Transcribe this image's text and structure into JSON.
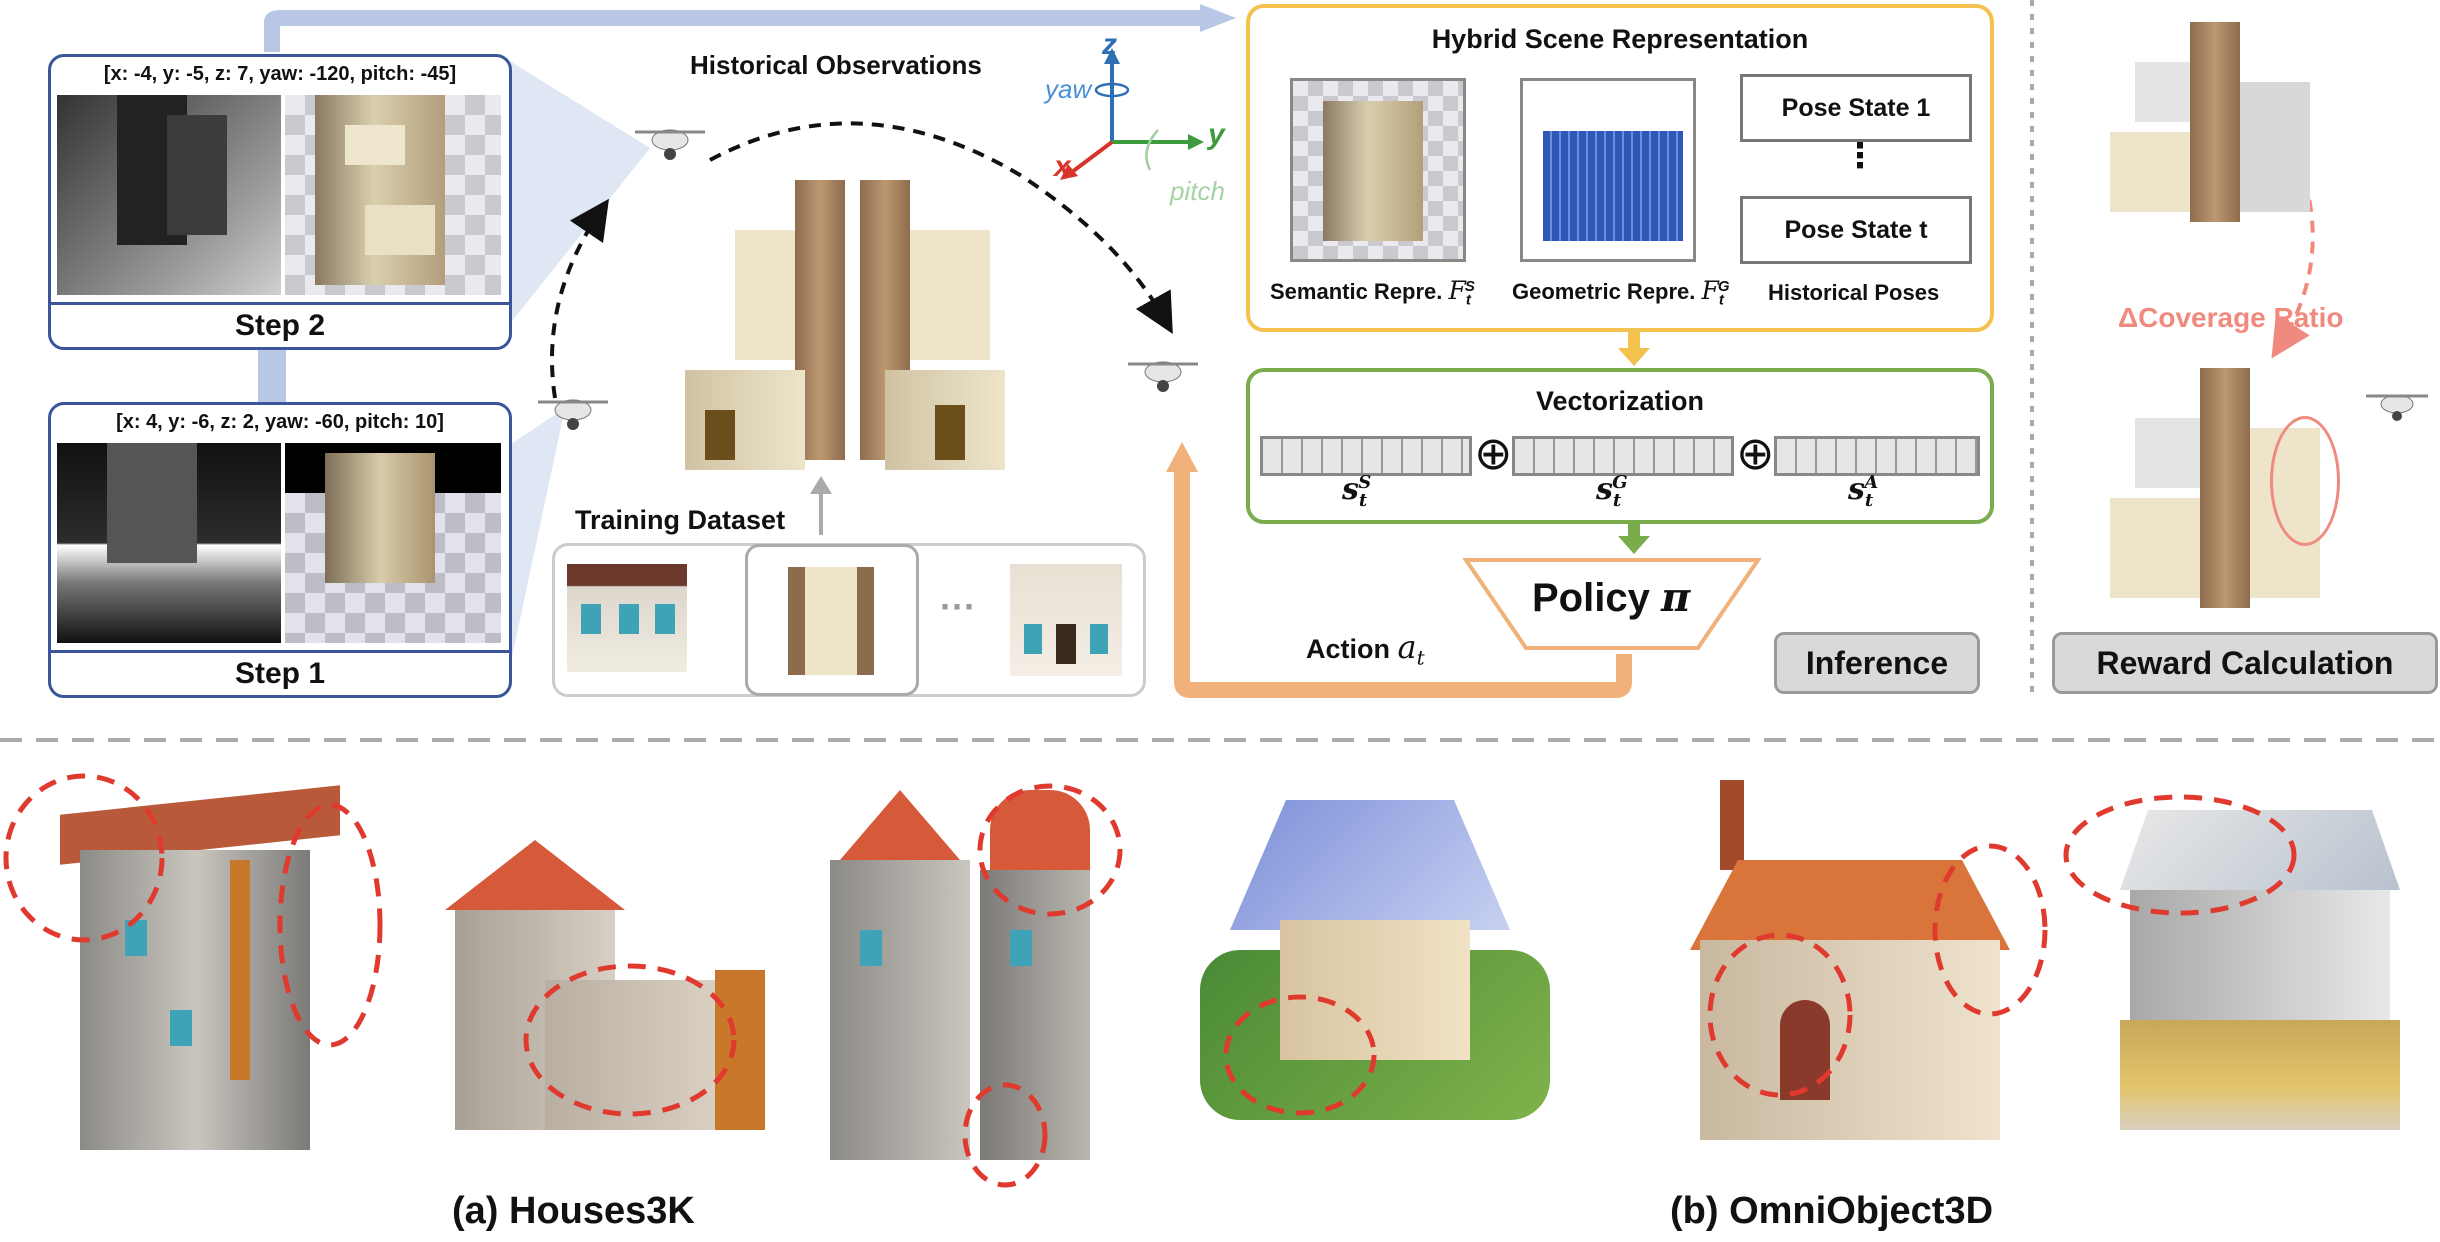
{
  "historical": {
    "title": "Historical Observations",
    "step2": {
      "coords": "[x: -4, y: -5, z: 7, yaw: -120, pitch: -45]",
      "label": "Step 2"
    },
    "step1": {
      "coords": "[x: 4, y: -6, z: 2, yaw: -60, pitch: 10]",
      "label": "Step 1"
    }
  },
  "axes": {
    "z": "z",
    "y": "y",
    "x": "x",
    "yaw": "yaw",
    "pitch": "pitch"
  },
  "training": {
    "label": "Training Dataset",
    "ellipsis": "···"
  },
  "hybrid": {
    "title": "Hybrid Scene Representation",
    "semantic_label": "Semantic Repre. ",
    "semantic_sym": "F",
    "semantic_sub": "t",
    "semantic_sup": "S",
    "geometric_label": "Geometric Repre. ",
    "geometric_sym": "F",
    "geometric_sub": "t",
    "geometric_sup": "G",
    "poses_label": "Historical Poses",
    "pose_first": "Pose State 1",
    "pose_dots": "⋮",
    "pose_last": "Pose State t"
  },
  "vectorization": {
    "title": "Vectorization",
    "oplus": "⊕",
    "s_sym": "s",
    "sub": "t",
    "sup_s": "S",
    "sup_g": "G",
    "sup_a": "A"
  },
  "policy": {
    "label": "Policy ",
    "pi": "π"
  },
  "action": {
    "label": "Action ",
    "sym": "a",
    "sub": "t"
  },
  "inference_tag": "Inference",
  "reward": {
    "delta_label": "ΔCoverage Ratio",
    "tag": "Reward Calculation"
  },
  "captions": {
    "a": "(a) Houses3K",
    "b": "(b) OmniObject3D"
  },
  "colors": {
    "blue_panel": "#3a559a",
    "flow_blue": "#b8c7e6",
    "yellow": "#f2c14e",
    "green": "#7aac4c",
    "orange": "#f0b27a",
    "red_dash": "#e03a2f",
    "reward_pink": "#f08a7e"
  }
}
